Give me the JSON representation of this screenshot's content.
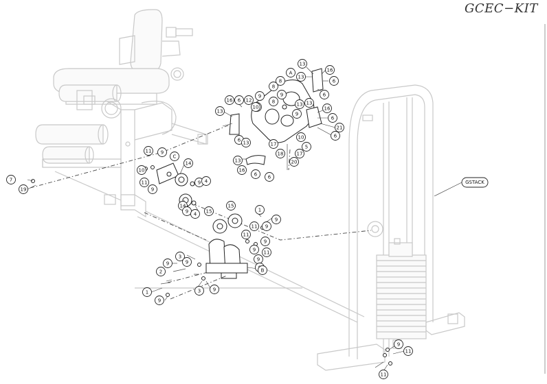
{
  "drawing": {
    "title": "GCEC−KIT",
    "stack_label": "GSTACK"
  },
  "callouts": [
    {
      "n": "13"
    },
    {
      "n": "16"
    },
    {
      "n": "6"
    },
    {
      "n": "13"
    },
    {
      "n": "6"
    },
    {
      "n": "A"
    },
    {
      "n": "8"
    },
    {
      "n": "8"
    },
    {
      "n": "9"
    },
    {
      "n": "8"
    },
    {
      "n": "9"
    },
    {
      "n": "16"
    },
    {
      "n": "12"
    },
    {
      "n": "6"
    },
    {
      "n": "10"
    },
    {
      "n": "13"
    },
    {
      "n": "13"
    },
    {
      "n": "9"
    },
    {
      "n": "10"
    },
    {
      "n": "13"
    },
    {
      "n": "16"
    },
    {
      "n": "6"
    },
    {
      "n": "21"
    },
    {
      "n": "6"
    },
    {
      "n": "6"
    },
    {
      "n": "17"
    },
    {
      "n": "10"
    },
    {
      "n": "5"
    },
    {
      "n": "17"
    },
    {
      "n": "18"
    },
    {
      "n": "20"
    },
    {
      "n": "13"
    },
    {
      "n": "13"
    },
    {
      "n": "16"
    },
    {
      "n": "6"
    },
    {
      "n": "6"
    },
    {
      "n": "11"
    },
    {
      "n": "9"
    },
    {
      "n": "C"
    },
    {
      "n": "10"
    },
    {
      "n": "11"
    },
    {
      "n": "9"
    },
    {
      "n": "14"
    },
    {
      "n": "9"
    },
    {
      "n": "4"
    },
    {
      "n": "14"
    },
    {
      "n": "9"
    },
    {
      "n": "4"
    },
    {
      "n": "7"
    },
    {
      "n": "19"
    },
    {
      "n": "15"
    },
    {
      "n": "15"
    },
    {
      "n": "1"
    },
    {
      "n": "9"
    },
    {
      "n": "11"
    },
    {
      "n": "9"
    },
    {
      "n": "11"
    },
    {
      "n": "9"
    },
    {
      "n": "9"
    },
    {
      "n": "11"
    },
    {
      "n": "9"
    },
    {
      "n": "9"
    },
    {
      "n": "3"
    },
    {
      "n": "9"
    },
    {
      "n": "B"
    },
    {
      "n": "2"
    },
    {
      "n": "3"
    },
    {
      "n": "9"
    },
    {
      "n": "1"
    },
    {
      "n": "9"
    },
    {
      "n": "9"
    },
    {
      "n": "11"
    },
    {
      "n": "9"
    },
    {
      "n": "11"
    }
  ]
}
